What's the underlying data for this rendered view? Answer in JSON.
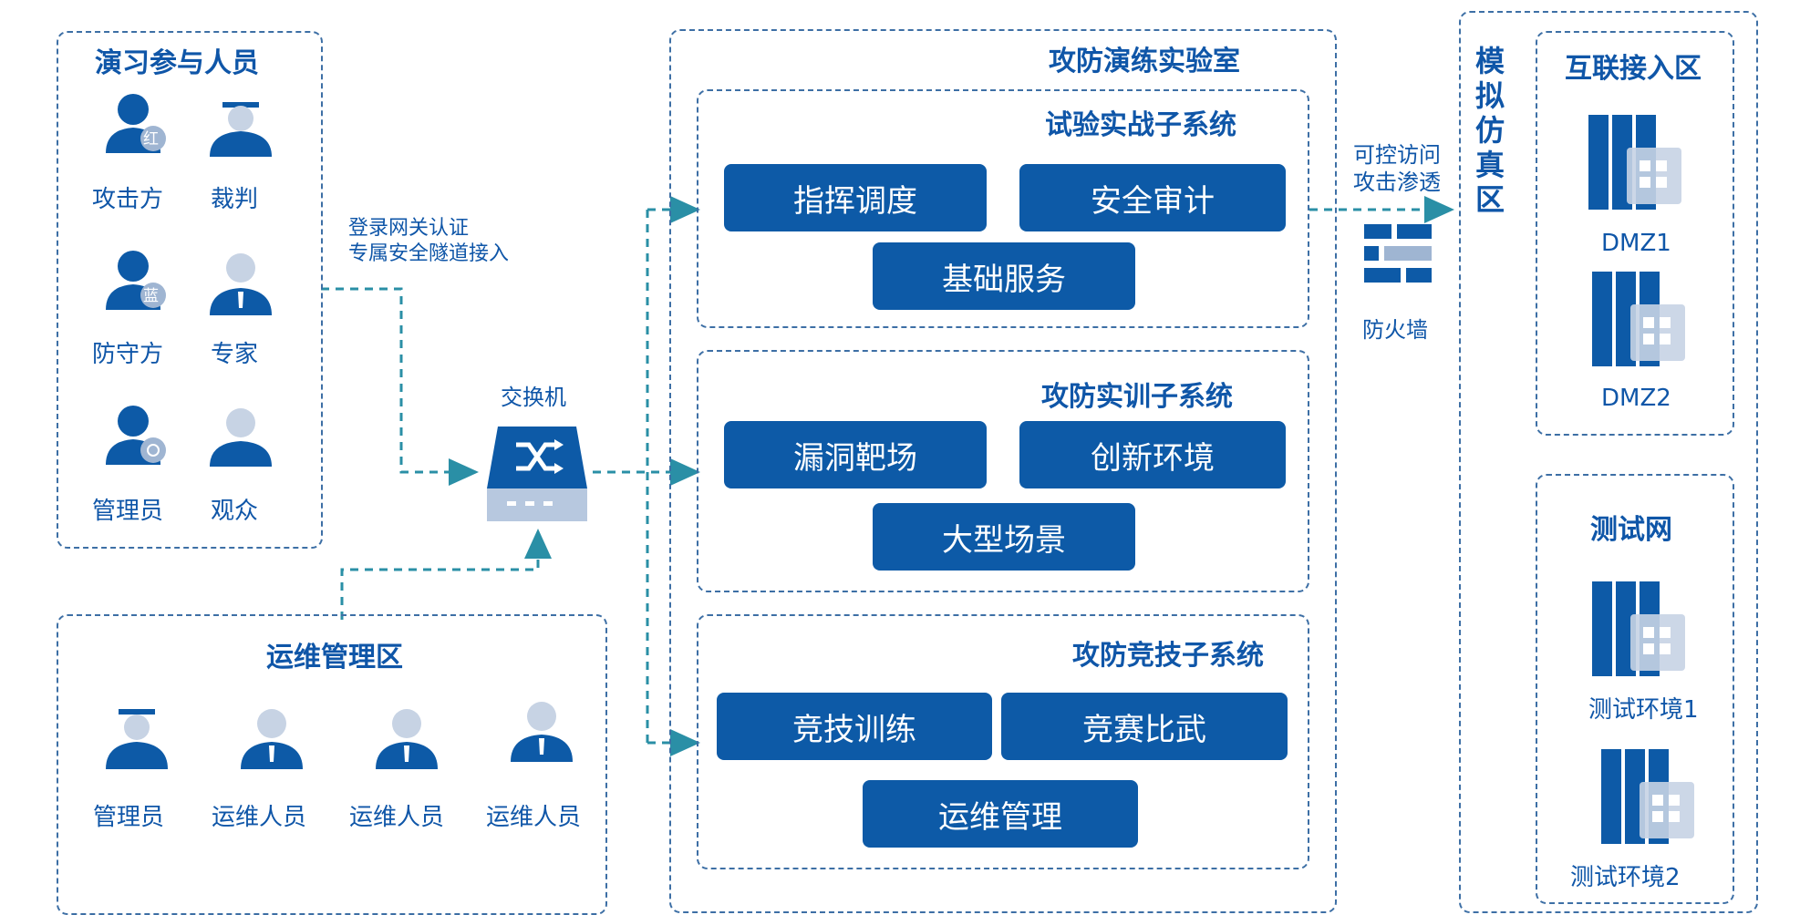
{
  "participants": {
    "title": "演习参与人员",
    "attacker": "攻击方",
    "attacker_badge": "红",
    "referee": "裁判",
    "defender": "防守方",
    "defender_badge": "蓝",
    "expert": "专家",
    "admin": "管理员",
    "audience": "观众"
  },
  "gateway_label_1": "登录网关认证",
  "gateway_label_2": "专属安全隧道接入",
  "switch_label": "交换机",
  "ops": {
    "title": "运维管理区",
    "people": [
      "管理员",
      "运维人员",
      "运维人员",
      "运维人员"
    ]
  },
  "lab": {
    "title": "攻防演练实验室",
    "sub1": {
      "title": "试验实战子系统",
      "buttons": [
        "指挥调度",
        "安全审计",
        "基础服务"
      ]
    },
    "sub2": {
      "title": "攻防实训子系统",
      "buttons": [
        "漏洞靶场",
        "创新环境",
        "大型场景"
      ]
    },
    "sub3": {
      "title": "攻防竞技子系统",
      "buttons": [
        "竞技训练",
        "竞赛比武",
        "运维管理"
      ]
    }
  },
  "access_label_1": "可控访问",
  "access_label_2": "攻击渗透",
  "firewall_label": "防火墙",
  "sim": {
    "title_chars": [
      "模",
      "拟",
      "仿",
      "真",
      "区"
    ],
    "internet": {
      "title": "互联接入区",
      "servers": [
        "DMZ1",
        "DMZ2"
      ]
    },
    "test": {
      "title": "测试网",
      "servers": [
        "测试环境1",
        "测试环境2"
      ]
    }
  },
  "colors": {
    "primary": "#0d5aa7",
    "line": "#2a8fa6",
    "border": "#3d6fa5"
  }
}
